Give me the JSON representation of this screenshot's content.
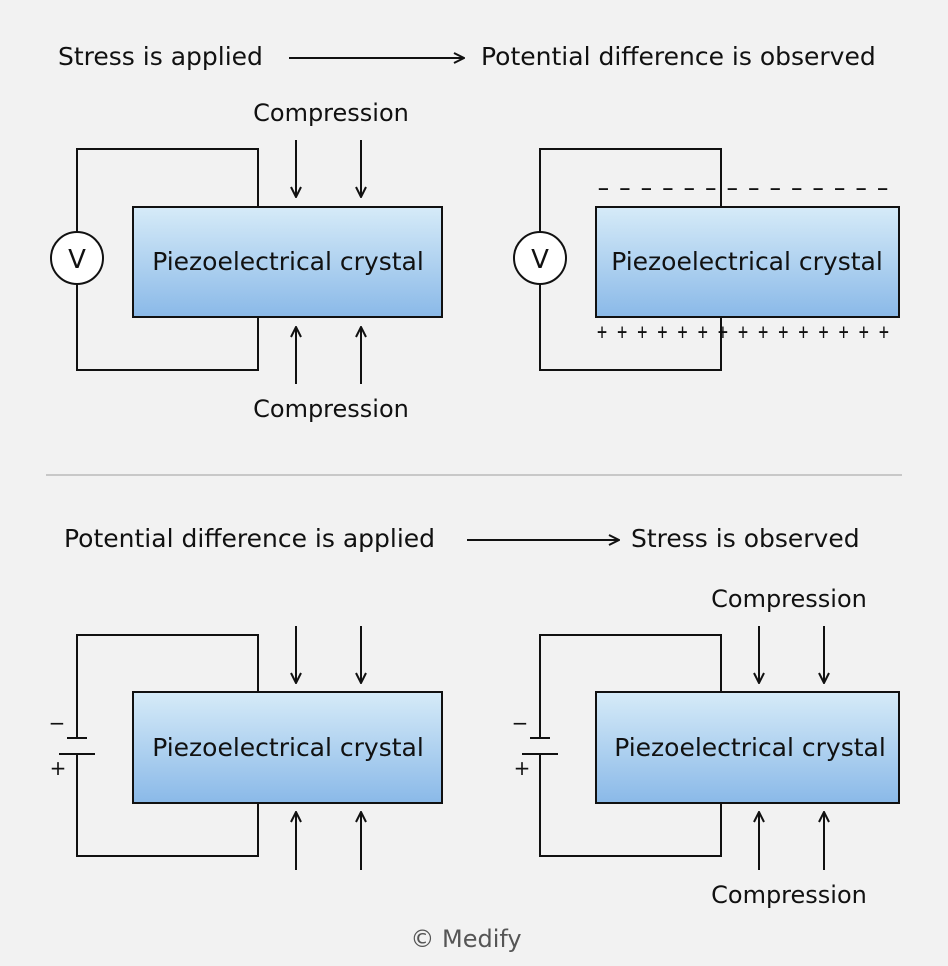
{
  "top": {
    "cause": "Stress is applied",
    "effect": "Potential difference is observed",
    "left_diagram": {
      "crystal_label": "Piezoelectrical crystal",
      "compression_top": "Compression",
      "compression_bottom": "Compression",
      "meter": "V"
    },
    "right_diagram": {
      "crystal_label": "Piezoelectrical crystal",
      "meter": "V",
      "top_charges": "− − − − − − − − − − − − − −",
      "bottom_charges": "+ + + + + + + + + + + + + + +"
    }
  },
  "bottom": {
    "cause": "Potential difference is applied",
    "effect": "Stress is observed",
    "left_diagram": {
      "crystal_label": "Piezoelectrical crystal",
      "battery_minus": "−",
      "battery_plus": "+"
    },
    "right_diagram": {
      "crystal_label": "Piezoelectrical crystal",
      "compression_top": "Compression",
      "compression_bottom": "Compression",
      "battery_minus": "−",
      "battery_plus": "+"
    }
  },
  "copyright": "© Medify",
  "colors": {
    "background": "#f2f2f2",
    "crystal_top": "#d6ebf8",
    "crystal_bottom": "#8ab9e8",
    "divider": "#c8c8c8"
  }
}
